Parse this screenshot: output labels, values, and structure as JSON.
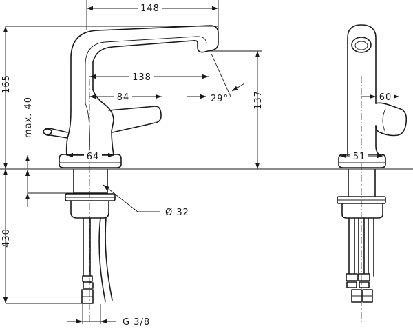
{
  "dimensions": {
    "overall_width": "148",
    "spout_reach": "138",
    "lever_reach": "84",
    "base_diameter": "64",
    "total_height": "165",
    "max_height": "max. 40",
    "spout_height": "137",
    "angle": "29°",
    "shank_length": "430",
    "shank_diameter": "Ø 32",
    "connection_thread": "G 3/8",
    "side_lever": "60",
    "side_base": "51"
  }
}
